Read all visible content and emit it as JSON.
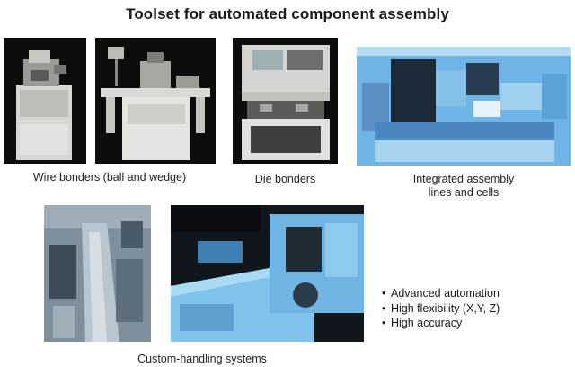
{
  "title": "Toolset for automated component assembly",
  "captions": {
    "wire_bonders": "Wire bonders (ball and wedge)",
    "die_bonders": "Die bonders",
    "integrated_line1": "Integrated assembly",
    "integrated_line2": "lines and cells",
    "custom_handling": "Custom-handling systems"
  },
  "bullets": [
    "Advanced automation",
    "High flexibility (X,Y, Z)",
    "High accuracy"
  ]
}
